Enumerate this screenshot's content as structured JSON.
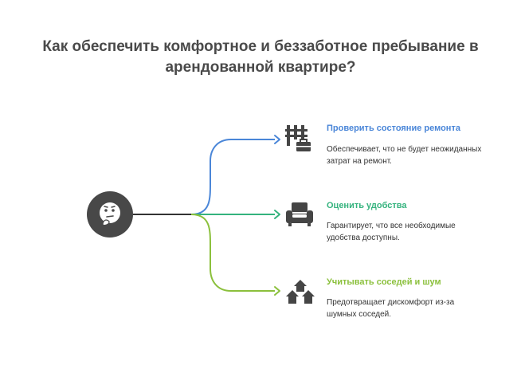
{
  "title": {
    "line1": "Как обеспечить комфортное и беззаботное пребывание в",
    "line2": "арендованной квартире?"
  },
  "hub": {
    "icon": "thinking-face-icon",
    "color": "#484848"
  },
  "branches": [
    {
      "title": "Проверить состояние ремонта",
      "description": "Обеспечивает, что не будет неожиданных затрат на ремонт.",
      "color": "#4a86d8",
      "icon": "renovation-toolbox-icon"
    },
    {
      "title": "Оценить удобства",
      "description": "Гарантирует, что все необходимые удобства доступны.",
      "color": "#35b37e",
      "icon": "armchair-icon"
    },
    {
      "title": "Учитывать соседей и шум",
      "description": "Предотвращает дискомфорт из-за шумных соседей.",
      "color": "#8bc03c",
      "icon": "neighborhood-houses-icon"
    }
  ]
}
